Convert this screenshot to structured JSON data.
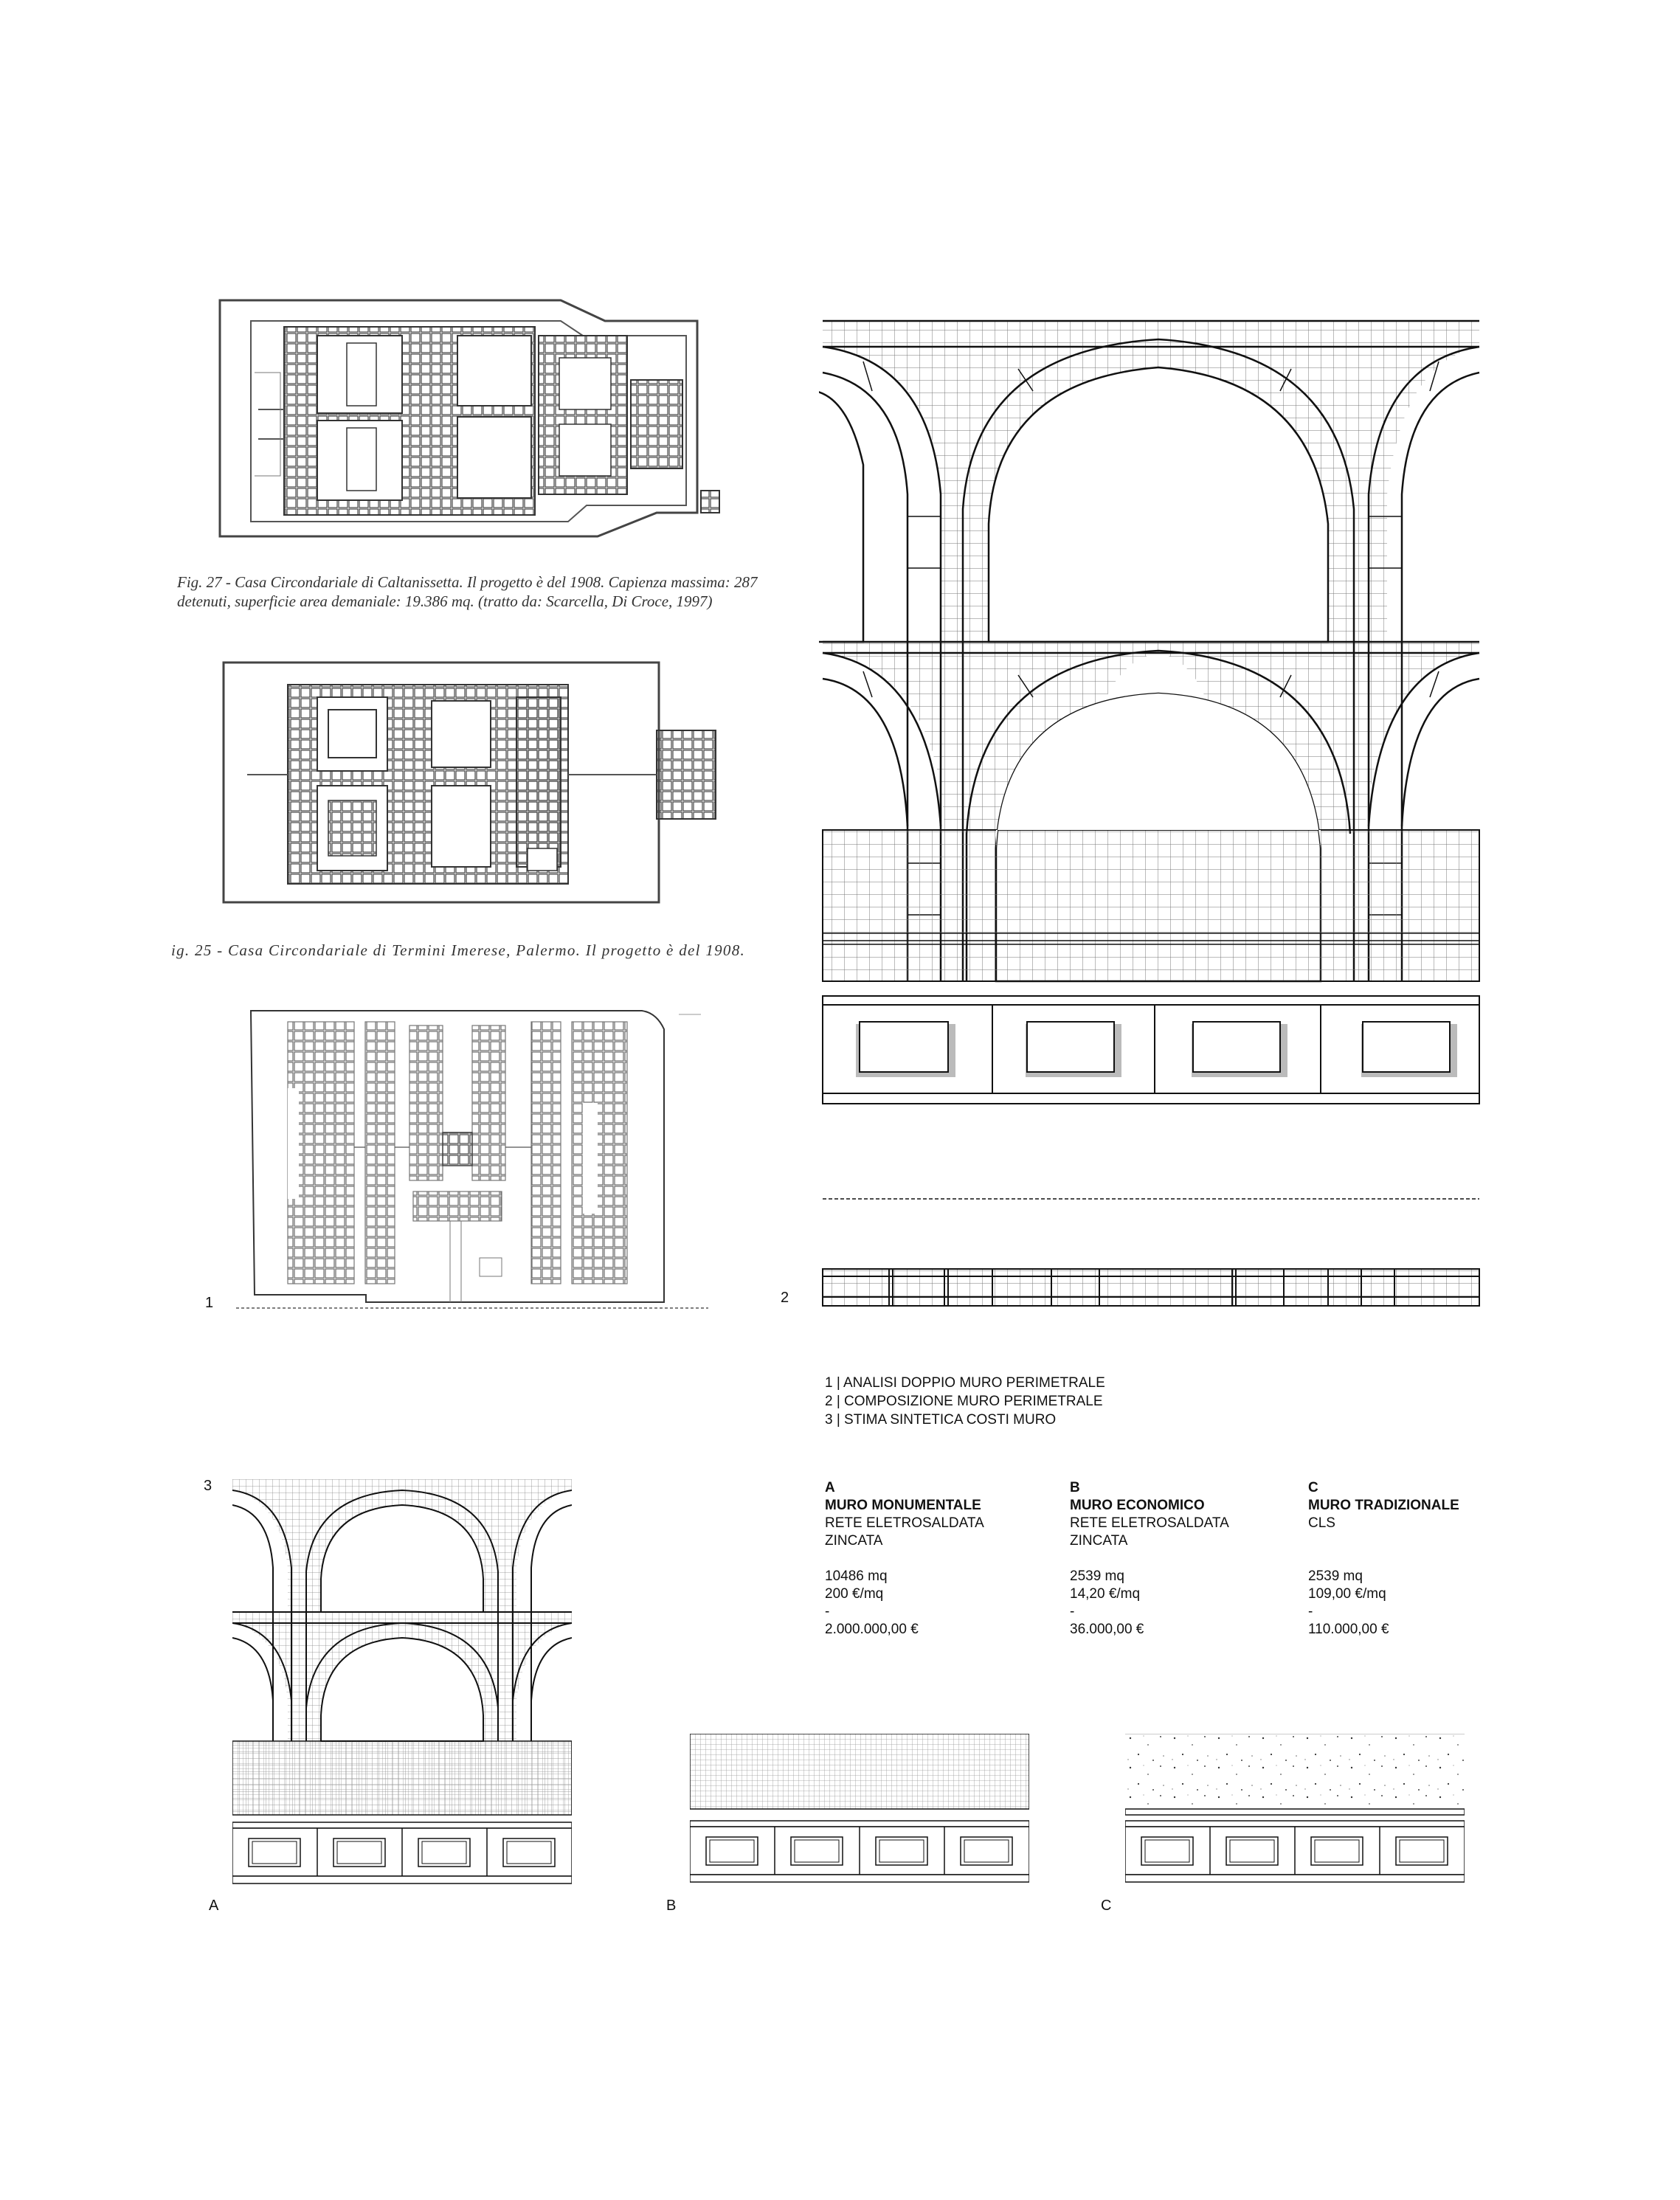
{
  "figures": {
    "fig27_caption_line1": "Fig. 27 - Casa Circondariale di Caltanissetta. Il progetto è del 1908. Capienza massima: 287",
    "fig27_caption_line2": "detenuti, superficie area demaniale: 19.386 mq. (tratto da: Scarcella, Di Croce, 1997)",
    "fig25_caption": "ig. 25 - Casa Circondariale di Termini Imerese, Palermo. Il progetto è del 1908."
  },
  "labels": {
    "one": "1",
    "two": "2",
    "three": "3",
    "a": "A",
    "b": "B",
    "c": "C"
  },
  "legend": [
    "1 | ANALISI DOPPIO MURO PERIMETRALE",
    "2 | COMPOSIZIONE MURO PERIMETRALE",
    "3 | STIMA SINTETICA COSTI MURO"
  ],
  "costs": [
    {
      "letter": "A",
      "title": "MURO MONUMENTALE",
      "material_1": "RETE ELETROSALDATA",
      "material_2": "ZINCATA",
      "area": "10486 mq",
      "unit_price": "200 €/mq",
      "dash": "-",
      "total": "2.000.000,00 €"
    },
    {
      "letter": "B",
      "title": "MURO ECONOMICO",
      "material_1": "RETE ELETROSALDATA",
      "material_2": "ZINCATA",
      "area": "2539 mq",
      "unit_price": "14,20 €/mq",
      "dash": "-",
      "total": "36.000,00 €"
    },
    {
      "letter": "C",
      "title": "MURO TRADIZIONALE",
      "material_1": "CLS",
      "material_2": "",
      "area": "2539 mq",
      "unit_price": "109,00 €/mq",
      "dash": "-",
      "total": "110.000,00 €"
    }
  ]
}
